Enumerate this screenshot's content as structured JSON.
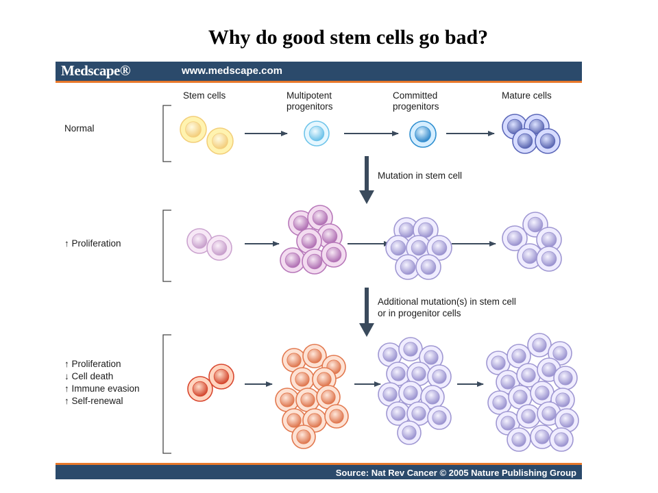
{
  "slide": {
    "title": "Why do good stem cells go bad?"
  },
  "header": {
    "brand": "Medscape®",
    "site": "www.medscape.com"
  },
  "columns": [
    {
      "line1": "Stem cells",
      "line2": ""
    },
    {
      "line1": "Multipotent",
      "line2": "progenitors"
    },
    {
      "line1": "Committed",
      "line2": "progenitors"
    },
    {
      "line1": "Mature cells",
      "line2": ""
    }
  ],
  "rows": [
    {
      "labels": [
        "Normal"
      ]
    },
    {
      "labels": [
        "↑ Proliferation"
      ]
    },
    {
      "labels": [
        "↑ Proliferation",
        "↓ Cell death",
        "↑ Immune evasion",
        "↑ Self-renewal"
      ]
    }
  ],
  "transitions": [
    {
      "line1": "Mutation in stem cell",
      "line2": ""
    },
    {
      "line1": "Additional mutation(s) in stem cell",
      "line2": "or in progenitor cells"
    }
  ],
  "footer": {
    "source": "Source: Nat Rev Cancer © 2005 Nature Publishing Group"
  },
  "palette": {
    "yellow": [
      "#fff3b0",
      "#f3cf7a"
    ],
    "lightblue": [
      "#e6f7ff",
      "#6ec4ea"
    ],
    "blue": [
      "#d6eeff",
      "#2f8fd0"
    ],
    "darkblue": [
      "#d7dcff",
      "#5b67b8"
    ],
    "pink": [
      "#f7e8f6",
      "#cba3cf"
    ],
    "magenta": [
      "#f3dcf0",
      "#b777b9"
    ],
    "lavender": [
      "#f0edff",
      "#9f97d2"
    ],
    "red": [
      "#ffd5c0",
      "#d8462e"
    ],
    "salmon": [
      "#fde2d4",
      "#e2784e"
    ]
  }
}
